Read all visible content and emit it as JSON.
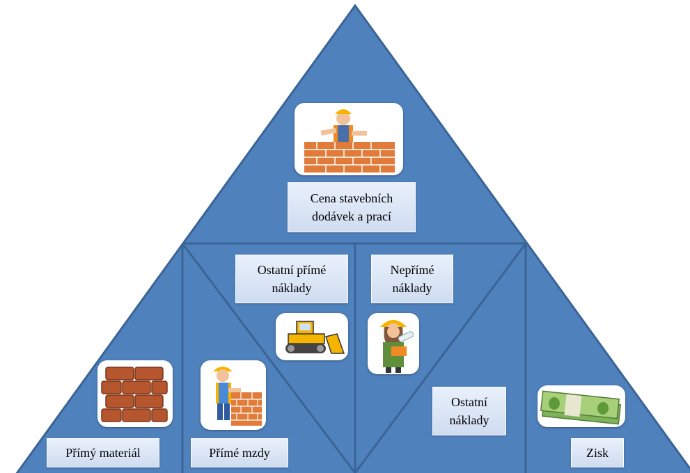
{
  "diagram": {
    "labels": {
      "top": "Cena stavebních\ndodávek a prací",
      "other_direct": "Ostatní přímé\nnáklady",
      "indirect": "Nepřímé\nnáklady",
      "material": "Přímý materiál",
      "wages": "Přímé mzdy",
      "other": "Ostatní\nnáklady",
      "profit": "Zisk"
    },
    "icons": {
      "top": "bricklayer-wall-icon",
      "material": "bricks-icon",
      "wages": "worker-building-wall-icon",
      "other_direct": "bulldozer-icon",
      "indirect": "engineer-with-plans-icon",
      "profit": "money-stack-icon"
    },
    "colors": {
      "fill": "#4f81bd",
      "edge": "#3a6496",
      "label_bg": "#dce6f4"
    }
  }
}
